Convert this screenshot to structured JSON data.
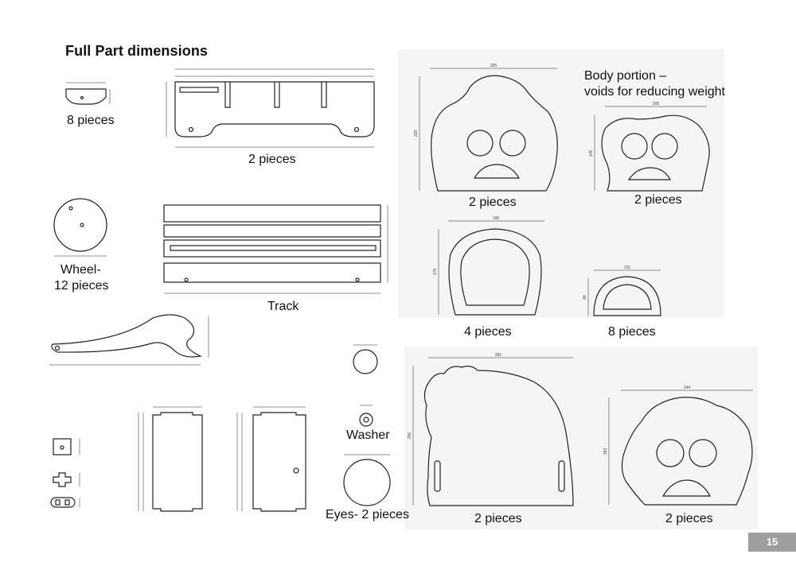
{
  "page": {
    "title": "Full Part dimensions",
    "page_number": "15"
  },
  "labels": {
    "small_hinge": "8 pieces",
    "track_bracket": "2 pieces",
    "wheel_line1": "Wheel-",
    "wheel_line2": "12 pieces",
    "track": "Track",
    "head_front": "2 pieces",
    "body_note_line1": "Body portion –",
    "body_note_line2": "voids for reducing weight",
    "body_voids": "2 pieces",
    "arch": "4 pieces",
    "half_disc": "8 pieces",
    "washer": "Washer",
    "eyes": "Eyes- 2 pieces",
    "body_side": "2 pieces",
    "face_front": "2 pieces"
  },
  "dimensions": {
    "head_front_width": "255",
    "head_front_height": "228",
    "body_voids_width": "205",
    "body_voids_height": "145",
    "arch_width": "190",
    "arch_height": "175",
    "half_disc_width": "131",
    "half_disc_height": "66",
    "body_side_width": "281",
    "body_side_height": "256",
    "face_front_width": "244",
    "face_front_height": "183"
  },
  "colors": {
    "stroke": "#222222",
    "panel": "#f4f4f4",
    "page_badge": "#9e9e9e"
  }
}
